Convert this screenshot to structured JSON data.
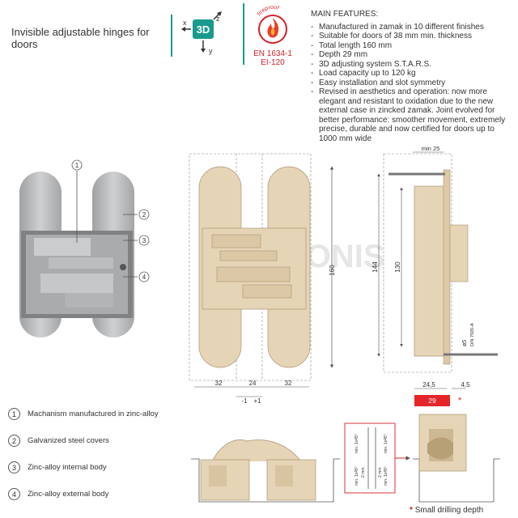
{
  "header": {
    "title": "Invisible adjustable hinges for doors",
    "badge_3d": "3D",
    "axes": {
      "x": "x",
      "y": "y",
      "z": "z"
    },
    "fireproof_label": "fireproof",
    "standard_1": "EN 1634-1",
    "standard_2": "EI-120"
  },
  "features": {
    "title": "MAIN FEATURES:",
    "items": [
      "Manufactured in zamak in 10 different finishes",
      "Suitable for doors of 38 mm min. thickness",
      "Total length 160 mm",
      "Depth 29 mm",
      "3D adjusting system S.T.A.R.S.",
      "Load capacity up to 120 kg",
      "Easy installation and slot symmetry",
      "Revised in aesthetics and operation: now more elegant and resistant to oxidation due to the new external case in zincked zamak. Joint evolved for better performance: smoother movement, extremely precise, durable and now certified for doors up to 1000 mm wide"
    ]
  },
  "callouts": [
    "1",
    "2",
    "3",
    "4"
  ],
  "legend": [
    {
      "num": "1",
      "text": "Machanism manufactured in zinc-alloy"
    },
    {
      "num": "2",
      "text": "Galvanized steel covers"
    },
    {
      "num": "3",
      "text": "Zinc-alloy internal body"
    },
    {
      "num": "4",
      "text": "Zinc-alloy external body"
    }
  ],
  "front_view": {
    "dim_height": "160",
    "dim_bottom": [
      "32",
      "24",
      "32"
    ],
    "dim_offset": [
      "-1",
      "+1"
    ]
  },
  "side_view": {
    "dim_min": "min 25",
    "dim_144": "144",
    "dim_130": "130",
    "screw": "ø5",
    "screw_std": "DIN 7505-A",
    "dim_bottom": [
      "24,5",
      "4,5"
    ],
    "depth_highlight": "29",
    "asterisk": "*"
  },
  "detail": {
    "labels": [
      "min. 1x45°",
      "min. 1x45°",
      "min. 1x45°",
      "min. 1x45°"
    ],
    "small_dims": [
      "2 mm",
      "2 mm"
    ]
  },
  "watermark": "ZALONIS",
  "note": {
    "asterisk": "*",
    "text": "Small drilling depth"
  },
  "colors": {
    "accent": "#1a9a8e",
    "fire": "#d42027",
    "brass": "#e6d4b6",
    "silver": "#b8b9bb"
  }
}
